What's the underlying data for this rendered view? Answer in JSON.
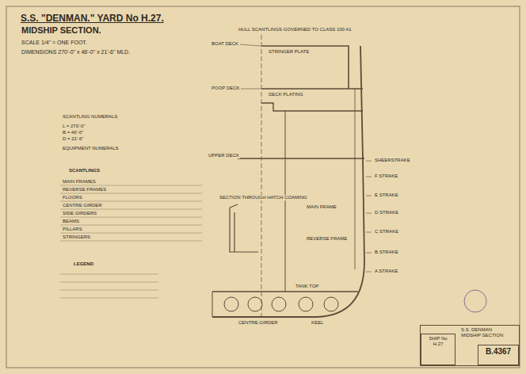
{
  "diagram": {
    "title": "S.S. \"DENMAN.\" YARD No H.27.",
    "nodes": [
      {
        "text": [
          "S.S. DENMAN",
          "MIDSHIP SECTION"
        ]
      },
      {
        "text": [
          "SHIP No",
          "H.27"
        ],
        "in": 0
      },
      {
        "text": [
          "B.4367"
        ],
        "in": 0
      }
    ],
    "labels": [
      "MIDSHIP SECTION.",
      "SCALE 1/4\" = ONE FOOT.",
      "DIMENSIONS 270'-0\" x 46'-0\" x 21'-6\" MLD.",
      "HULL SCANTLINGS GOVERNED TO CLASS 100 A1",
      "BOAT DECK",
      "POOP DECK",
      "UPPER DECK",
      "SCANTLING NUMERALS",
      "L = 270'-0\"",
      "B = 46'-0\"",
      "D = 21'-6\"",
      "EQUIPMENT NUMERALS",
      "SCANTLINGS",
      "MAIN FRAMES",
      "REVERSE FRAMES",
      "FLOORS",
      "CENTRE GIRDER",
      "SIDE GIRDERS",
      "BEAMS",
      "PILLARS",
      "STRINGERS",
      "LEGEND",
      "SECTION THROUGH HATCH COAMING",
      "SHEERSTRAKE",
      "F STRAKE",
      "E STRAKE",
      "D STRAKE",
      "C STRAKE",
      "B STRAKE",
      "A STRAKE",
      "KEEL",
      "CENTRE GIRDER",
      "TANK TOP",
      "STRINGER PLATE",
      "DECK PLATING",
      "MAIN FRAME",
      "REVERSE FRAME"
    ]
  }
}
